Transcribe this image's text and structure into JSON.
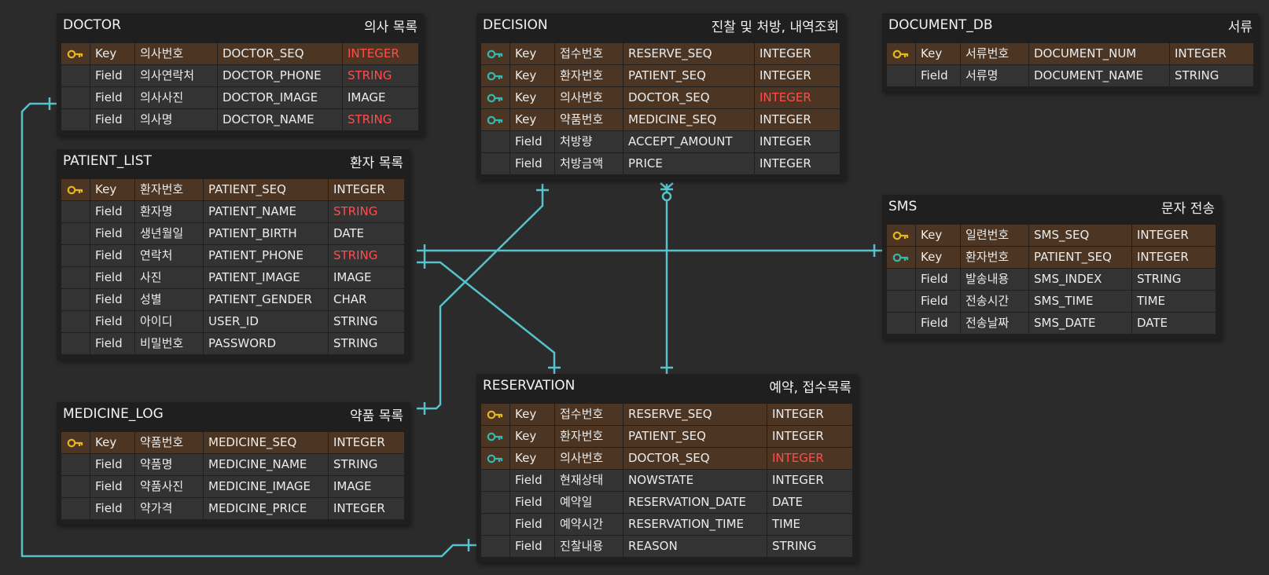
{
  "colors": {
    "background": "#2b2b2b",
    "panel": "#1f1f1f",
    "key_row": "#4c3623",
    "field_row": "#333333",
    "primary_key_icon": "#e3b71f",
    "foreign_key_icon": "#36b7b0",
    "connector": "#56c2cc",
    "highlight_type": "#ff4d4d"
  },
  "entities": [
    {
      "id": "doctor",
      "name": "DOCTOR",
      "label": "의사 목록",
      "rows": [
        {
          "kind": "Key",
          "icon": "primary-key-icon",
          "korean": "의사번호",
          "column": "DOCTOR_SEQ",
          "type": "INTEGER",
          "type_highlight": true
        },
        {
          "kind": "Field",
          "icon": "",
          "korean": "의사연락처",
          "column": "DOCTOR_PHONE",
          "type": "STRING",
          "type_highlight": true
        },
        {
          "kind": "Field",
          "icon": "",
          "korean": "의사사진",
          "column": "DOCTOR_IMAGE",
          "type": "IMAGE",
          "type_highlight": false
        },
        {
          "kind": "Field",
          "icon": "",
          "korean": "의사명",
          "column": "DOCTOR_NAME",
          "type": "STRING",
          "type_highlight": true
        }
      ]
    },
    {
      "id": "patient_list",
      "name": "PATIENT_LIST",
      "label": "환자 목록",
      "rows": [
        {
          "kind": "Key",
          "icon": "primary-key-icon",
          "korean": "환자번호",
          "column": "PATIENT_SEQ",
          "type": "INTEGER",
          "type_highlight": false
        },
        {
          "kind": "Field",
          "icon": "",
          "korean": "환자명",
          "column": "PATIENT_NAME",
          "type": "STRING",
          "type_highlight": true
        },
        {
          "kind": "Field",
          "icon": "",
          "korean": "생년월일",
          "column": "PATIENT_BIRTH",
          "type": "DATE",
          "type_highlight": false
        },
        {
          "kind": "Field",
          "icon": "",
          "korean": "연락처",
          "column": "PATIENT_PHONE",
          "type": "STRING",
          "type_highlight": true
        },
        {
          "kind": "Field",
          "icon": "",
          "korean": "사진",
          "column": "PATIENT_IMAGE",
          "type": "IMAGE",
          "type_highlight": false
        },
        {
          "kind": "Field",
          "icon": "",
          "korean": "성별",
          "column": "PATIENT_GENDER",
          "type": "CHAR",
          "type_highlight": false
        },
        {
          "kind": "Field",
          "icon": "",
          "korean": "아이디",
          "column": "USER_ID",
          "type": "STRING",
          "type_highlight": false
        },
        {
          "kind": "Field",
          "icon": "",
          "korean": "비밀번호",
          "column": "PASSWORD",
          "type": "STRING",
          "type_highlight": false
        }
      ]
    },
    {
      "id": "medicine_log",
      "name": "MEDICINE_LOG",
      "label": "약품 목록",
      "rows": [
        {
          "kind": "Key",
          "icon": "primary-key-icon",
          "korean": "약품번호",
          "column": "MEDICINE_SEQ",
          "type": "INTEGER",
          "type_highlight": false
        },
        {
          "kind": "Field",
          "icon": "",
          "korean": "약품명",
          "column": "MEDICINE_NAME",
          "type": "STRING",
          "type_highlight": false
        },
        {
          "kind": "Field",
          "icon": "",
          "korean": "약품사진",
          "column": "MEDICINE_IMAGE",
          "type": "IMAGE",
          "type_highlight": false
        },
        {
          "kind": "Field",
          "icon": "",
          "korean": "약가격",
          "column": "MEDICINE_PRICE",
          "type": "INTEGER",
          "type_highlight": false
        }
      ]
    },
    {
      "id": "decision",
      "name": "DECISION",
      "label": "진찰 및 처방, 내역조회",
      "rows": [
        {
          "kind": "Key",
          "icon": "foreign-key-icon",
          "korean": "접수번호",
          "column": "RESERVE_SEQ",
          "type": "INTEGER",
          "type_highlight": false
        },
        {
          "kind": "Key",
          "icon": "foreign-key-icon",
          "korean": "환자번호",
          "column": "PATIENT_SEQ",
          "type": "INTEGER",
          "type_highlight": false
        },
        {
          "kind": "Key",
          "icon": "foreign-key-icon",
          "korean": "의사번호",
          "column": "DOCTOR_SEQ",
          "type": "INTEGER",
          "type_highlight": true
        },
        {
          "kind": "Key",
          "icon": "foreign-key-icon",
          "korean": "약품번호",
          "column": "MEDICINE_SEQ",
          "type": "INTEGER",
          "type_highlight": false
        },
        {
          "kind": "Field",
          "icon": "",
          "korean": "처방량",
          "column": "ACCEPT_AMOUNT",
          "type": "INTEGER",
          "type_highlight": false
        },
        {
          "kind": "Field",
          "icon": "",
          "korean": "처방금액",
          "column": "PRICE",
          "type": "INTEGER",
          "type_highlight": false
        }
      ]
    },
    {
      "id": "reservation",
      "name": "RESERVATION",
      "label": "예약, 접수목록",
      "rows": [
        {
          "kind": "Key",
          "icon": "primary-key-icon",
          "korean": "접수번호",
          "column": "RESERVE_SEQ",
          "type": "INTEGER",
          "type_highlight": false
        },
        {
          "kind": "Key",
          "icon": "foreign-key-icon",
          "korean": "환자번호",
          "column": "PATIENT_SEQ",
          "type": "INTEGER",
          "type_highlight": false
        },
        {
          "kind": "Key",
          "icon": "foreign-key-icon",
          "korean": "의사번호",
          "column": "DOCTOR_SEQ",
          "type": "INTEGER",
          "type_highlight": true
        },
        {
          "kind": "Field",
          "icon": "",
          "korean": "현재상태",
          "column": "NOWSTATE",
          "type": "INTEGER",
          "type_highlight": false
        },
        {
          "kind": "Field",
          "icon": "",
          "korean": "예약일",
          "column": "RESERVATION_DATE",
          "type": "DATE",
          "type_highlight": false
        },
        {
          "kind": "Field",
          "icon": "",
          "korean": "예약시간",
          "column": "RESERVATION_TIME",
          "type": "TIME",
          "type_highlight": false
        },
        {
          "kind": "Field",
          "icon": "",
          "korean": "진찰내용",
          "column": "REASON",
          "type": "STRING",
          "type_highlight": false
        }
      ]
    },
    {
      "id": "document_db",
      "name": "DOCUMENT_DB",
      "label": "서류",
      "rows": [
        {
          "kind": "Key",
          "icon": "primary-key-icon",
          "korean": "서류번호",
          "column": "DOCUMENT_NUM",
          "type": "INTEGER",
          "type_highlight": false
        },
        {
          "kind": "Field",
          "icon": "",
          "korean": "서류명",
          "column": "DOCUMENT_NAME",
          "type": "STRING",
          "type_highlight": false
        }
      ]
    },
    {
      "id": "sms",
      "name": "SMS",
      "label": "문자 전송",
      "rows": [
        {
          "kind": "Key",
          "icon": "primary-key-icon",
          "korean": "일련번호",
          "column": "SMS_SEQ",
          "type": "INTEGER",
          "type_highlight": false
        },
        {
          "kind": "Key",
          "icon": "foreign-key-icon",
          "korean": "환자번호",
          "column": "PATIENT_SEQ",
          "type": "INTEGER",
          "type_highlight": false
        },
        {
          "kind": "Field",
          "icon": "",
          "korean": "발송내용",
          "column": "SMS_INDEX",
          "type": "STRING",
          "type_highlight": false
        },
        {
          "kind": "Field",
          "icon": "",
          "korean": "전송시간",
          "column": "SMS_TIME",
          "type": "TIME",
          "type_highlight": false
        },
        {
          "kind": "Field",
          "icon": "",
          "korean": "전송날짜",
          "column": "SMS_DATE",
          "type": "DATE",
          "type_highlight": false
        }
      ]
    }
  ],
  "relationships": [
    {
      "from": "patient_list",
      "to": "sms",
      "notation": "one-to-one"
    },
    {
      "from": "patient_list",
      "to": "reservation",
      "notation": "one-to-one"
    },
    {
      "from": "medicine_log",
      "to": "decision",
      "notation": "one-to-one"
    },
    {
      "from": "decision",
      "to": "reservation",
      "notation": "zero-or-many-to-one"
    },
    {
      "from": "doctor",
      "to": "reservation",
      "notation": "one-to-one"
    }
  ]
}
